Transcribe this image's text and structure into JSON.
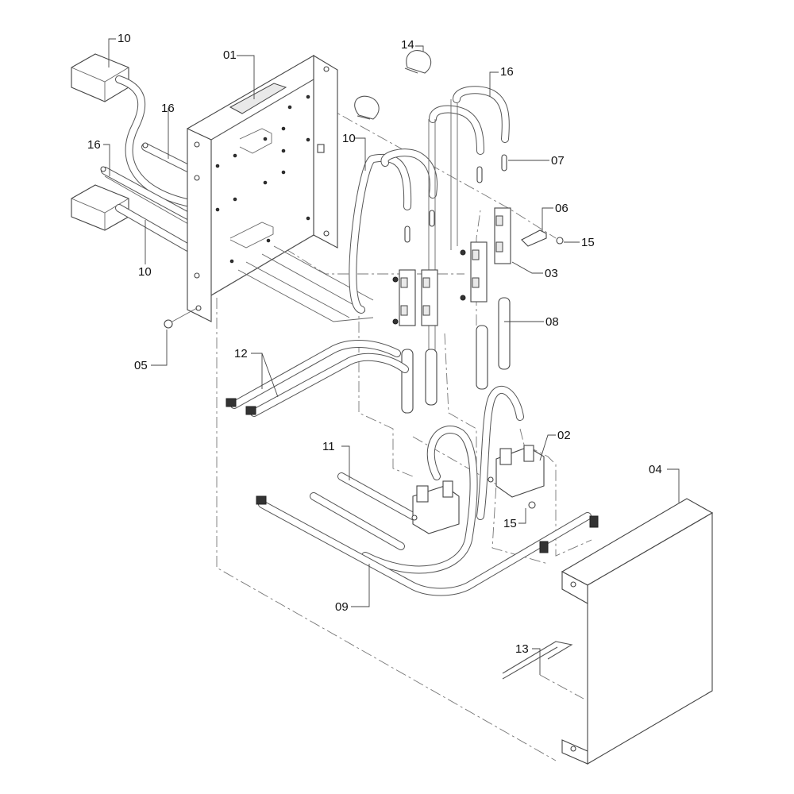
{
  "diagram": {
    "type": "exploded-parts-view",
    "callouts": [
      {
        "id": "callout-10a",
        "label": "10"
      },
      {
        "id": "callout-01",
        "label": "01"
      },
      {
        "id": "callout-14",
        "label": "14"
      },
      {
        "id": "callout-16a",
        "label": "16"
      },
      {
        "id": "callout-16b",
        "label": "16"
      },
      {
        "id": "callout-16c",
        "label": "16"
      },
      {
        "id": "callout-10b",
        "label": "10"
      },
      {
        "id": "callout-10c",
        "label": "10"
      },
      {
        "id": "callout-07",
        "label": "07"
      },
      {
        "id": "callout-06",
        "label": "06"
      },
      {
        "id": "callout-15a",
        "label": "15"
      },
      {
        "id": "callout-03",
        "label": "03"
      },
      {
        "id": "callout-08",
        "label": "08"
      },
      {
        "id": "callout-05",
        "label": "05"
      },
      {
        "id": "callout-12",
        "label": "12"
      },
      {
        "id": "callout-02",
        "label": "02"
      },
      {
        "id": "callout-11",
        "label": "11"
      },
      {
        "id": "callout-04",
        "label": "04"
      },
      {
        "id": "callout-15b",
        "label": "15"
      },
      {
        "id": "callout-09",
        "label": "09"
      },
      {
        "id": "callout-13",
        "label": "13"
      }
    ]
  }
}
